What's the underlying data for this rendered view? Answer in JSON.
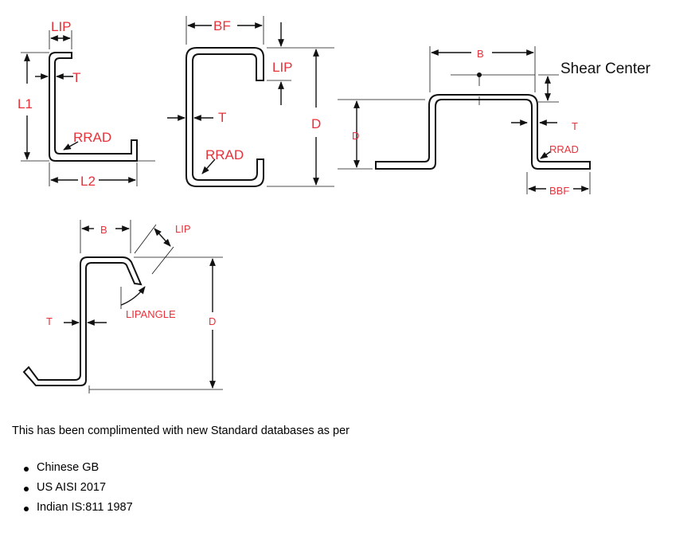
{
  "diagram": {
    "colors": {
      "label": "#e8313a",
      "line": "#111111"
    },
    "angle_section": {
      "lip": "LIP",
      "thickness": "T",
      "leg1": "L1",
      "radius": "RRAD",
      "leg2": "L2"
    },
    "channel_section": {
      "flange": "BF",
      "lip": "LIP",
      "thickness": "T",
      "depth": "D",
      "radius": "RRAD"
    },
    "hat_section": {
      "width": "B",
      "shear_center": "Shear Center",
      "depth": "D",
      "thickness": "T",
      "radius": "RRAD",
      "bottom_flange": "BBF"
    },
    "zed_section": {
      "width": "B",
      "lip": "LIP",
      "lip_angle": "LIPANGLE",
      "thickness": "T",
      "depth": "D"
    }
  },
  "intro_text": "This has been complimented with new Standard databases as per",
  "standards": [
    "Chinese GB",
    "US AISI 2017",
    "Indian IS:811 1987"
  ]
}
